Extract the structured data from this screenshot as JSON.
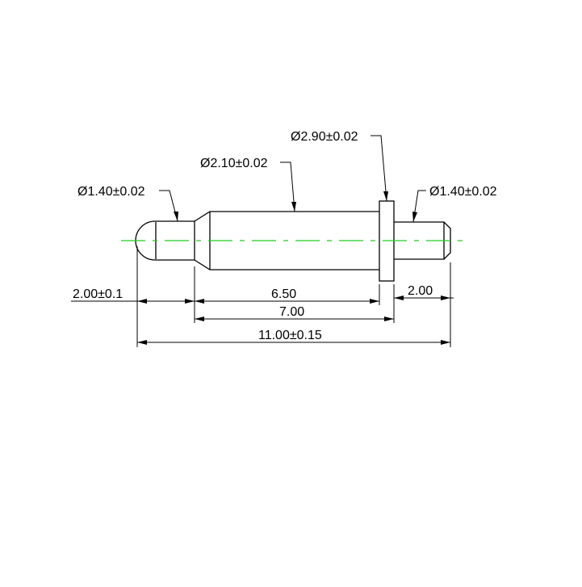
{
  "labels": {
    "tip_diameter": "Ø1.40±0.02",
    "barrel_diameter": "Ø2.10±0.02",
    "flange_diameter": "Ø2.90±0.02",
    "tail_diameter": "Ø1.40±0.02"
  },
  "dimensions": {
    "tip_length": "2.00±0.1",
    "barrel_length": "6.50",
    "body_length": "7.00",
    "tail_length": "2.00",
    "overall_length": "11.00±0.15"
  },
  "colors": {
    "outline": "#000000",
    "center_line": "#22cc22",
    "background": "#ffffff"
  }
}
